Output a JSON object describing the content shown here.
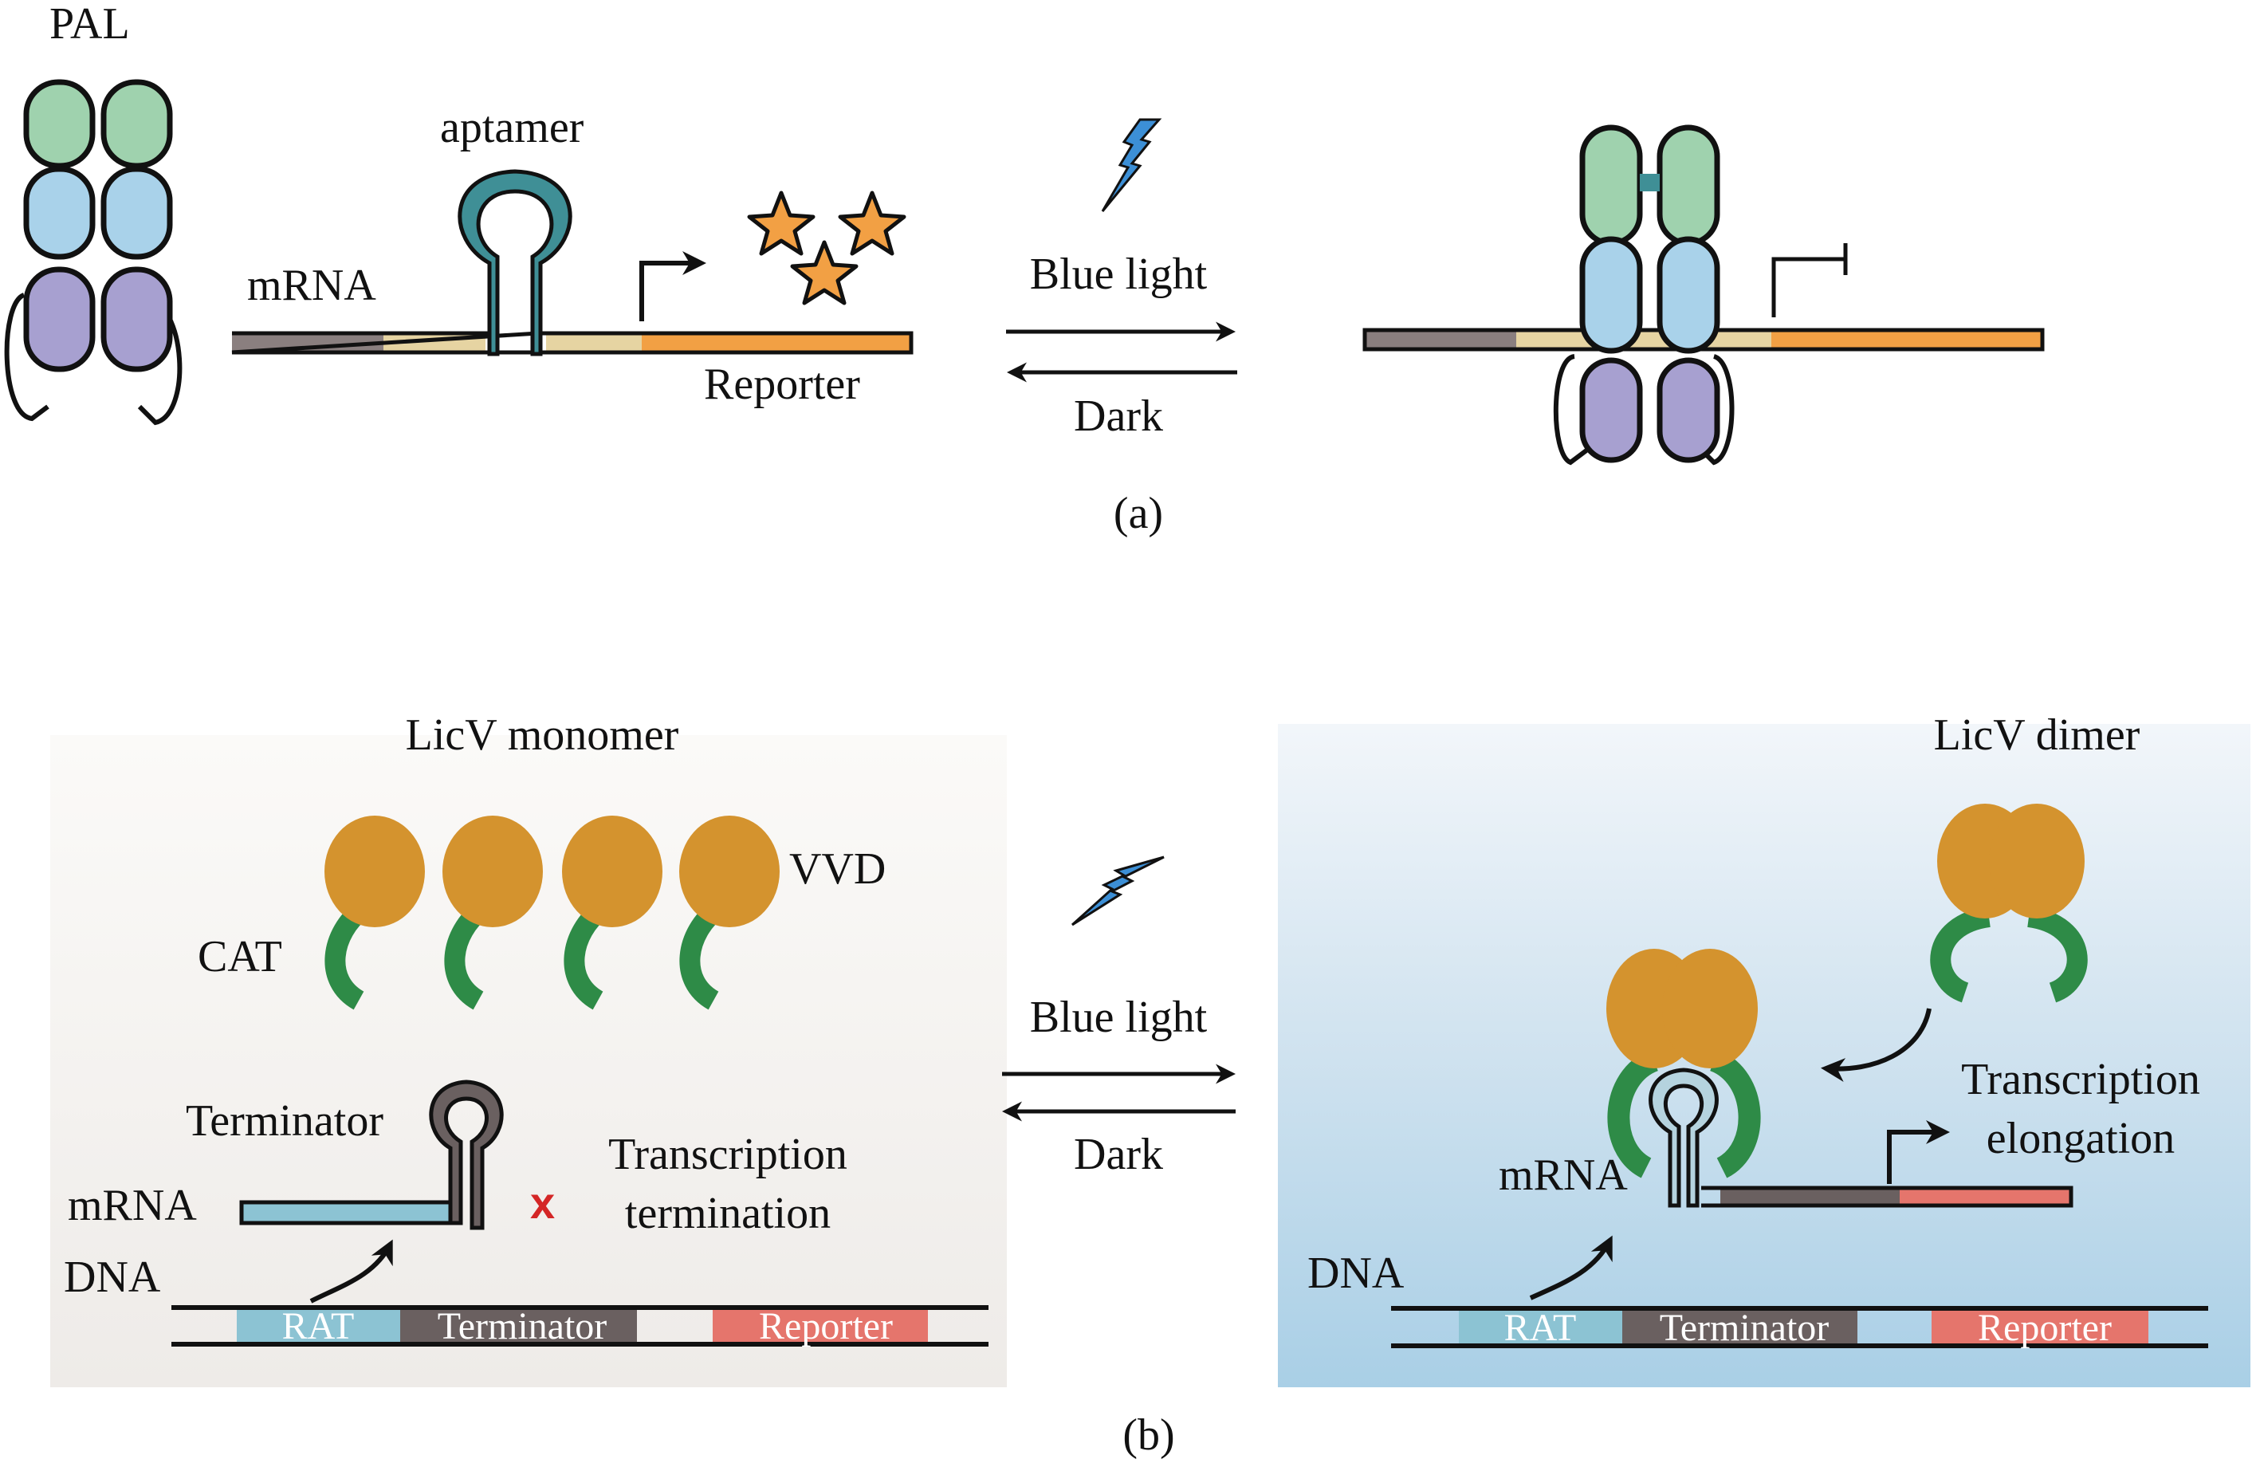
{
  "figure": {
    "panel_a": {
      "caption": "(a)",
      "protein_label": "PAL",
      "mrna_label": "mRNA",
      "aptamer_label": "aptamer",
      "reporter_label": "Reporter",
      "forward_condition": "Blue light",
      "reverse_condition": "Dark"
    },
    "panel_b": {
      "caption": "(b)",
      "left": {
        "title": "LicV monomer",
        "vvd_label": "VVD",
        "cat_label": "CAT",
        "terminator_label": "Terminator",
        "mrna_label": "mRNA",
        "dna_label": "DNA",
        "outcome_line1": "Transcription",
        "outcome_line2": "termination",
        "dna_segments": [
          "RAT",
          "Terminator",
          "Reporter"
        ]
      },
      "right": {
        "title": "LicV dimer",
        "mrna_label": "mRNA",
        "dna_label": "DNA",
        "outcome_line1": "Transcription",
        "outcome_line2": "elongation",
        "dna_segments": [
          "RAT",
          "Terminator",
          "Reporter"
        ]
      },
      "forward_condition": "Blue light",
      "reverse_condition": "Dark"
    }
  },
  "colors": {
    "pal_green": "#9fd2ae",
    "pal_blue": "#a9d2ea",
    "pal_purple": "#a7a0d0",
    "aptamer_teal": "#3f8f96",
    "reporter_orange": "#f2a044",
    "mrna_gray": "#8a7f7f",
    "mrna_tan": "#e6d4a2",
    "star_fill": "#f2a044",
    "vvd_gold": "#d4932e",
    "cat_green": "#2e8b47",
    "rat_blue": "#8cc3d3",
    "terminator_dark": "#6a6060",
    "reporter_red": "#e5756c",
    "lightning_blue": "#3c8fd6",
    "x_red": "#d42626"
  }
}
